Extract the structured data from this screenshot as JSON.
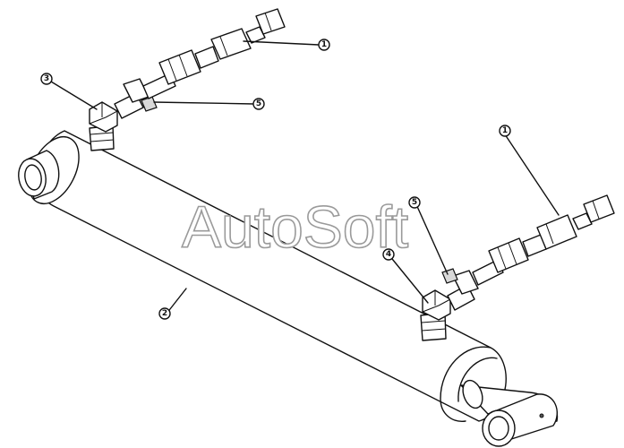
{
  "watermark": {
    "text": "AutoSoft",
    "color": "#9a9a9a"
  },
  "callouts": [
    {
      "id": "callout-1-top",
      "number": "1"
    },
    {
      "id": "callout-1-right",
      "number": "1"
    },
    {
      "id": "callout-2",
      "number": "2"
    },
    {
      "id": "callout-3",
      "number": "3"
    },
    {
      "id": "callout-4",
      "number": "4"
    },
    {
      "id": "callout-5-top",
      "number": "5"
    },
    {
      "id": "callout-5-right",
      "number": "5"
    }
  ],
  "colors": {
    "line": "#111111",
    "background": "#ffffff",
    "shade": "#d8d8d8"
  }
}
